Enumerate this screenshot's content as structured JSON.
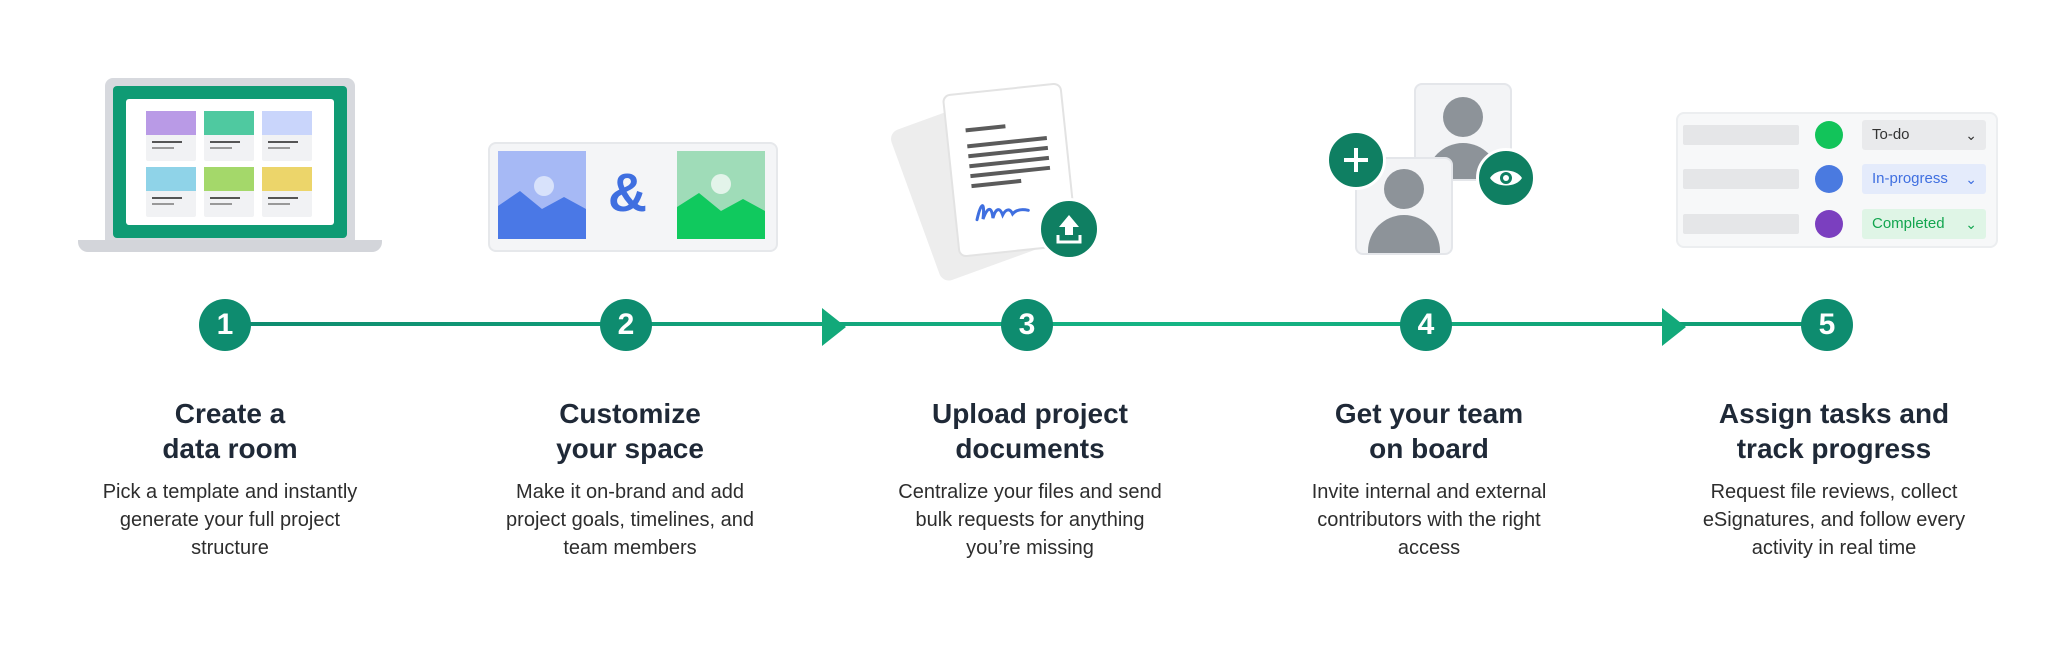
{
  "colors": {
    "teal": "#0e8c6f",
    "line": "#12a97a",
    "green_dot": "#12c45a",
    "blue_dot": "#4a7ae0",
    "purple_dot": "#7b3fbf"
  },
  "steps": [
    {
      "number": "1",
      "title": "Create a\ndata room",
      "description": "Pick a template and instantly\ngenerate your full project\nstructure"
    },
    {
      "number": "2",
      "title": "Customize\nyour space",
      "description": "Make it on-brand and add\nproject goals, timelines, and\nteam members"
    },
    {
      "number": "3",
      "title": "Upload project\ndocuments",
      "description": "Centralize your files and send\nbulk requests for anything\nyou’re missing"
    },
    {
      "number": "4",
      "title": "Get your team\non board",
      "description": "Invite internal and external\ncontributors with the right\naccess"
    },
    {
      "number": "5",
      "title": "Assign tasks and\ntrack progress",
      "description": "Request file reviews, collect\neSignatures, and follow every\nactivity in real time"
    }
  ],
  "illustrations": {
    "ampersand": "&",
    "statuses": [
      {
        "label": "To-do",
        "color": "#333333",
        "bg": "#e9eaec",
        "dot": "#12c45a"
      },
      {
        "label": "In-progress",
        "color": "#3f6fe0",
        "bg": "#e4ebfb",
        "dot": "#4a7ae0"
      },
      {
        "label": "Completed",
        "color": "#12a54f",
        "bg": "#dff5e6",
        "dot": "#7b3fbf"
      }
    ]
  }
}
